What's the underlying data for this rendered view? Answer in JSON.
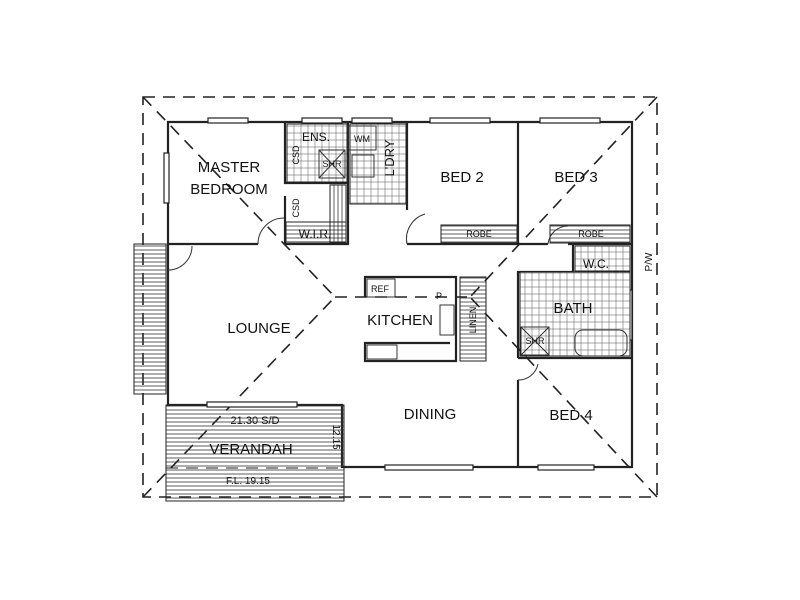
{
  "rooms": {
    "master": [
      "MASTER",
      "BEDROOM"
    ],
    "ensuite": "ENS.",
    "wm": "WM",
    "laundry": "L'DRY",
    "csd_1": "CSD",
    "csd_2": "CSD",
    "shower_1": "SHR",
    "shower_2": "SHR",
    "wir": "W.I.R.",
    "bed2": "BED 2",
    "bed3": "BED 3",
    "robe_1": "ROBE",
    "robe_2": "ROBE",
    "wc": "W.C.",
    "bath": "BATH",
    "lounge": "LOUNGE",
    "kitchen": "KITCHEN",
    "ref": "REF",
    "pantry": "P",
    "linen": "LINEN",
    "dining": "DINING",
    "bed4": "BED 4",
    "verandah": "VERANDAH"
  },
  "annotations": {
    "verandah_sd": "21.30 S/D",
    "verandah_width": "12.15",
    "floor_level": "F.L. 19.15",
    "boundary": "P/W"
  }
}
